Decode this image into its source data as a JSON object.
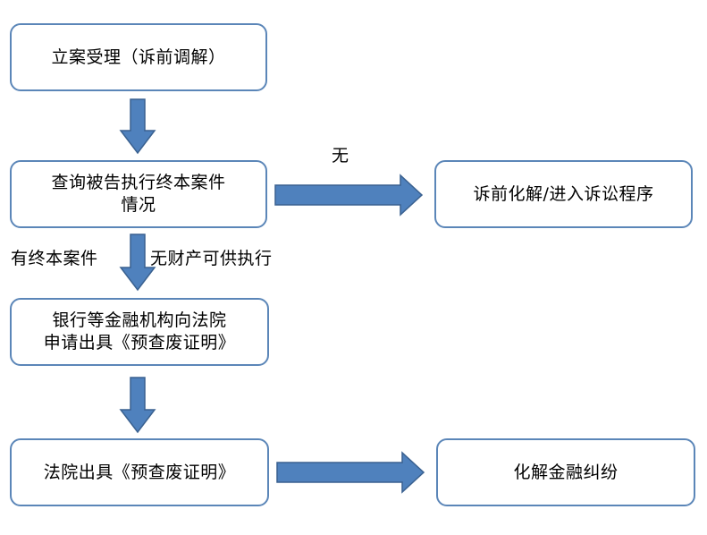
{
  "nodes": {
    "case_filing": "立案受理（诉前调解）",
    "query_line1": "查询被告执行终本案件",
    "query_line2": "情况",
    "pre_litigation": "诉前化解/进入诉讼程序",
    "bank_line1": "银行等金融机构向法院",
    "bank_line2": "申请出具《预查废证明》",
    "court_issue": "法院出具《预查废证明》",
    "resolve": "化解金融纠纷"
  },
  "edge_labels": {
    "none": "无",
    "has_case": "有终本案件",
    "no_property": "无财产可供执行"
  },
  "colors": {
    "box_border": "#5b86b8",
    "arrow_fill": "#4f81bd",
    "arrow_stroke": "#3a6190"
  }
}
